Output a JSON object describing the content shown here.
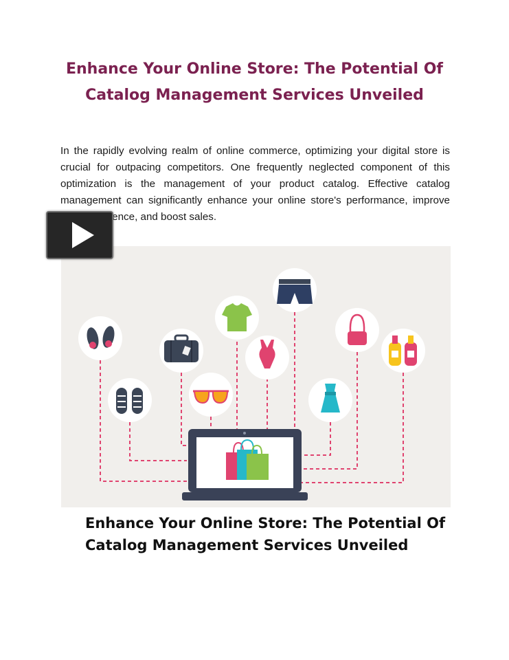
{
  "document": {
    "title": "Enhance Your Online Store: The Potential Of Catalog Management Services Unveiled",
    "intro_paragraph": "In the rapidly evolving realm of online commerce, optimizing your digital store is crucial for outpacing competitors. One frequently neglected component of this optimization is the management of your product catalog. Effective catalog management can significantly enhance your online store's performance, improve user experience, and boost sales.",
    "caption": "Enhance Your Online Store: The Potential Of Catalog Management Services Unveiled"
  },
  "icons": {
    "play": "play-icon",
    "items": [
      "sneakers-icon",
      "flip-flops-icon",
      "suitcase-icon",
      "sunglasses-icon",
      "tshirt-icon",
      "swimsuit-icon",
      "shorts-icon",
      "dress-icon",
      "handbag-icon",
      "bottles-icon",
      "laptop-icon",
      "shopping-bags-icon"
    ]
  },
  "colors": {
    "title": "#7b2150",
    "illustration_background": "#f1efec",
    "dashed_connector": "#e0436f",
    "laptop": "#3a4257"
  }
}
